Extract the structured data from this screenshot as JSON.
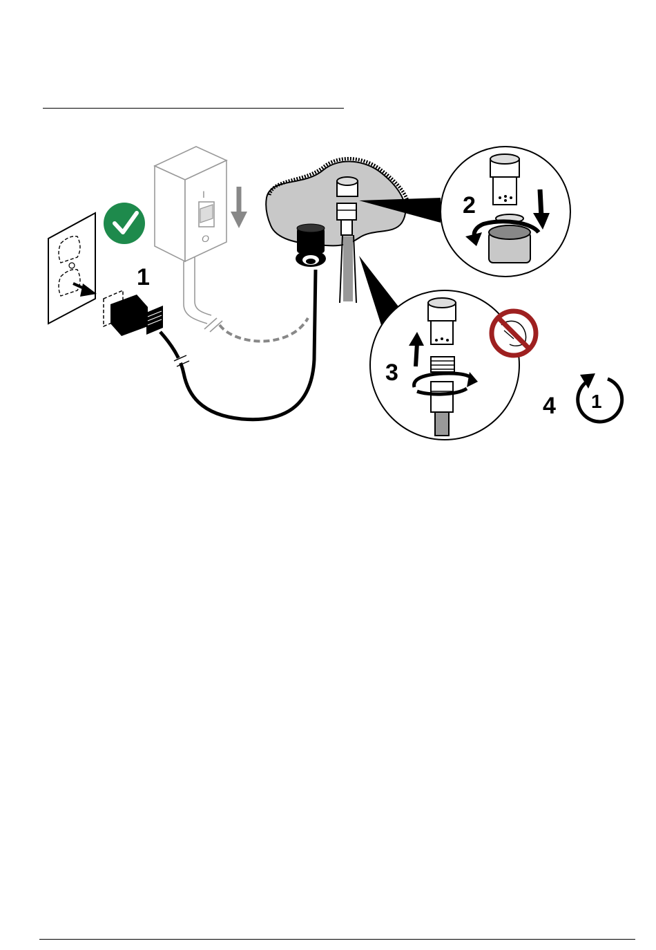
{
  "steps": {
    "step1": "1",
    "step2": "2",
    "step3": "3",
    "step4": "4",
    "step4_icon_label": "1"
  },
  "switch": {
    "on_mark": "I",
    "off_mark": "O"
  },
  "icons": {
    "check": "checkmark-badge-icon",
    "no_tool": "no-wrench-icon",
    "restart": "restart-cycle-icon"
  },
  "colors": {
    "ok_green": "#1e8a4c",
    "prohibit_red": "#9e2020",
    "panel_gray": "#c8c8c8",
    "line_gray": "#808080"
  }
}
